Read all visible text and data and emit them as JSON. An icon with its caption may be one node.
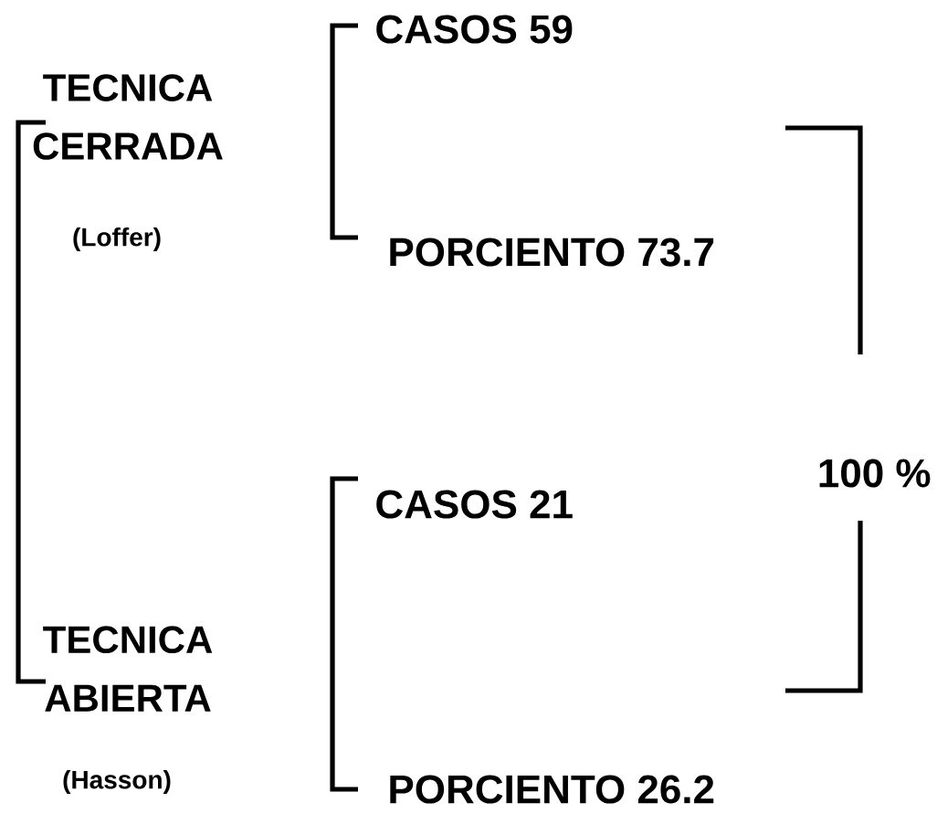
{
  "diagram": {
    "labels": [
      "TECNICA CERRADA",
      "(Loffer)",
      "CASOS 59",
      "PORCIENTO 73.7",
      "100 %",
      "CASOS 21",
      "TECNICA ABIERTA",
      "(Hasson)",
      "PORCIENTO 26.2"
    ]
  }
}
